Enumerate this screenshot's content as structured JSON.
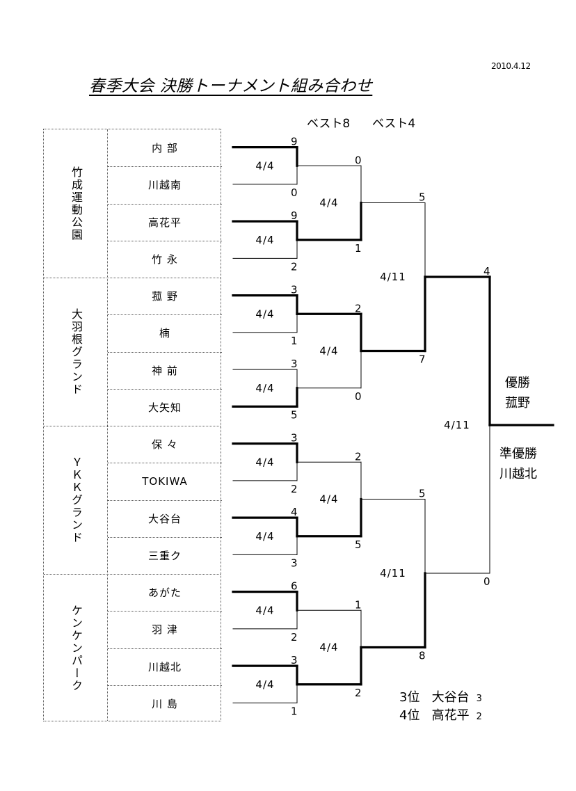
{
  "date": "2010.4.12",
  "title": "春季大会  決勝トーナメント組み合わせ",
  "rounds": {
    "best8": "ベスト8",
    "best4": "ベスト4"
  },
  "venues": [
    {
      "name": "竹成運動公園",
      "teams": [
        "内 部",
        "川越南",
        "高花平",
        "竹 永"
      ]
    },
    {
      "name": "大羽根グランド",
      "teams": [
        "菰 野",
        "楠",
        "神 前",
        "大矢知"
      ]
    },
    {
      "name": "ＹＫＫグランド",
      "teams": [
        "保 々",
        "TOKIWA",
        "大谷台",
        "三重ク"
      ]
    },
    {
      "name": "ケンケンパーク",
      "teams": [
        "あがた",
        "羽 津",
        "川越北",
        "川 島"
      ]
    }
  ],
  "round1": [
    {
      "date": "4/4",
      "scores": [
        "9",
        "0"
      ],
      "winner": 0
    },
    {
      "date": "4/4",
      "scores": [
        "9",
        "2"
      ],
      "winner": 0
    },
    {
      "date": "4/4",
      "scores": [
        "3",
        "1"
      ],
      "winner": 0
    },
    {
      "date": "4/4",
      "scores": [
        "3",
        "5"
      ],
      "winner": 1
    },
    {
      "date": "4/4",
      "scores": [
        "3",
        "2"
      ],
      "winner": 0
    },
    {
      "date": "4/4",
      "scores": [
        "4",
        "3"
      ],
      "winner": 0
    },
    {
      "date": "4/4",
      "scores": [
        "6",
        "2"
      ],
      "winner": 0
    },
    {
      "date": "4/4",
      "scores": [
        "3",
        "1"
      ],
      "winner": 0
    }
  ],
  "round2": [
    {
      "date": "4/4",
      "scores": [
        "0",
        "1"
      ],
      "winner": 1
    },
    {
      "date": "4/4",
      "scores": [
        "2",
        "0"
      ],
      "winner": 0
    },
    {
      "date": "4/4",
      "scores": [
        "2",
        "5"
      ],
      "winner": 1
    },
    {
      "date": "4/4",
      "scores": [
        "1",
        "2"
      ],
      "winner": 1
    }
  ],
  "round3": [
    {
      "date": "4/11",
      "scores": [
        "5",
        "7"
      ],
      "winner": 1
    },
    {
      "date": "4/11",
      "scores": [
        "5",
        "8"
      ],
      "winner": 1
    }
  ],
  "final": {
    "date": "4/11",
    "scores": [
      "4",
      "0"
    ],
    "winner": 0
  },
  "champion": {
    "label": "優勝",
    "team": "菰野"
  },
  "runner_up": {
    "label": "準優勝",
    "team": "川越北"
  },
  "placings": [
    {
      "place": "3位",
      "team": "大谷台",
      "score": "3"
    },
    {
      "place": "4位",
      "team": "高花平",
      "score": "2"
    }
  ]
}
